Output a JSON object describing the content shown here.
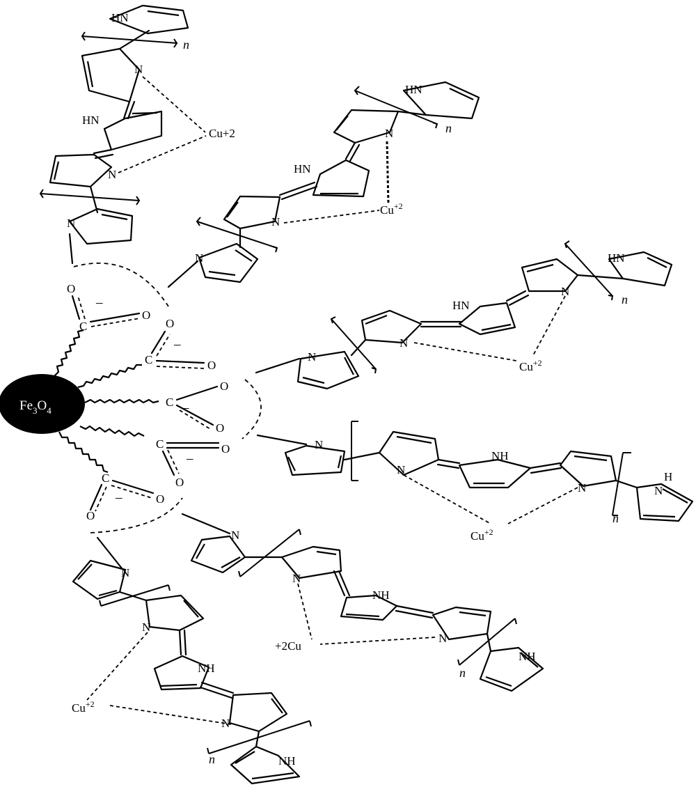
{
  "core": {
    "label_main": "Fe",
    "sub1": "3",
    "mid": "O",
    "sub2": "4",
    "fill": "#000000",
    "text_color": "#ffffff"
  },
  "atoms": {
    "nh": "NH",
    "hn": "HN",
    "n": "N",
    "h": "H",
    "c": "C",
    "o": "O",
    "minus": "–"
  },
  "cu": {
    "plus2": "Cu+2",
    "sup_base": "Cu",
    "sup": "+2",
    "prefix": "+2Cu"
  },
  "repeat": {
    "n": "n"
  }
}
